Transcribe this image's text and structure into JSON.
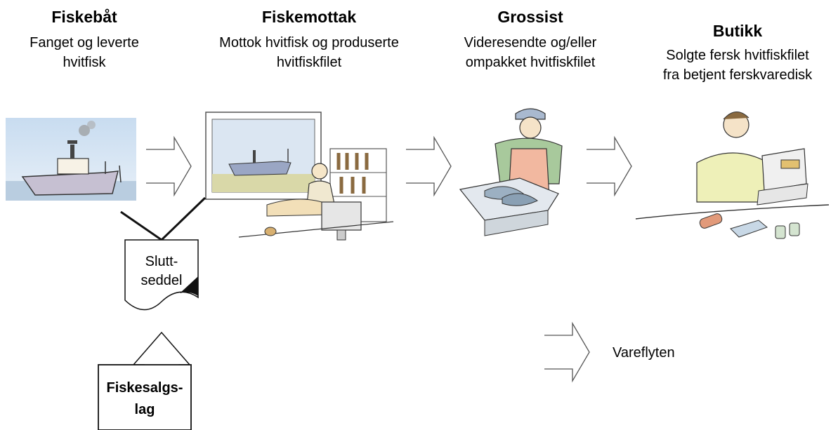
{
  "stages": [
    {
      "title": "Fiskebåt",
      "desc_lines": [
        "Fanget og leverte",
        "hvitfisk"
      ],
      "icon": "fishing-boat"
    },
    {
      "title": "Fiskemottak",
      "desc_lines": [
        "Mottok hvitfisk og produserte",
        "hvitfiskfilet"
      ],
      "icon": "fish-receiving-office"
    },
    {
      "title": "Grossist",
      "desc_lines": [
        "Videresendte og/eller",
        "ompakket hvitfiskfilet"
      ],
      "icon": "wholesaler-worker"
    },
    {
      "title": "Butikk",
      "desc_lines": [
        "Solgte fersk hvitfiskfilet",
        "fra betjent ferskvaredisk"
      ],
      "icon": "shop-cashier"
    }
  ],
  "document": {
    "lines": [
      "Slutt-",
      "seddel"
    ],
    "icon": "document-icon"
  },
  "sales_org": {
    "lines": [
      "Fiskesalgs-",
      "lag"
    ]
  },
  "legend": {
    "label": "Vareflyten",
    "icon": "flow-arrow-icon"
  }
}
